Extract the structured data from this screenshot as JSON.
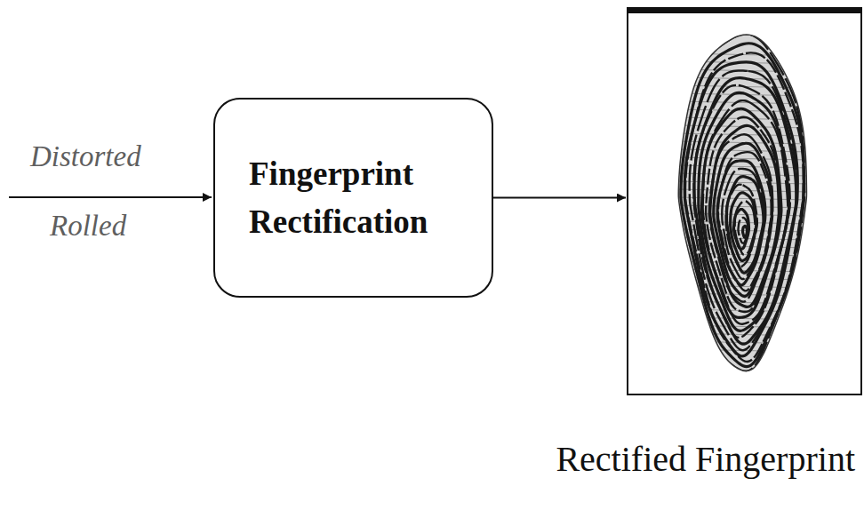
{
  "diagram": {
    "nodes": [
      {
        "text": [
          "Fingerprint Rectification"
        ]
      },
      {
        "text": [
          "Rectified Fingerprint"
        ]
      }
    ],
    "edges": [
      {
        "from": 0,
        "to": 1,
        "arrow": "to"
      }
    ],
    "labels": [
      "Distorted",
      "Rolled"
    ]
  }
}
